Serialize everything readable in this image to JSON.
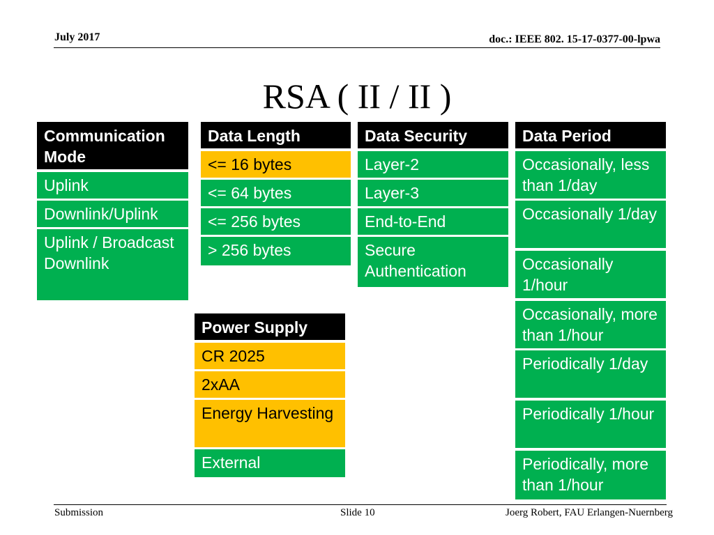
{
  "header": {
    "date": "July 2017",
    "doc": "doc.: IEEE 802. 15-17-0377-00-lpwa"
  },
  "title": "RSA ( II / II )",
  "colors": {
    "header_bg": "#000000",
    "green": "#00b050",
    "amber": "#ffc000"
  },
  "tables": {
    "communication_mode": {
      "header": "Communication Mode",
      "rows": [
        "Uplink",
        "Downlink/Uplink",
        "Uplink / Broadcast Downlink"
      ]
    },
    "data_length": {
      "header": "Data Length",
      "rows": [
        "<= 16 bytes",
        "<= 64 bytes",
        "<= 256 bytes",
        "> 256 bytes"
      ]
    },
    "data_security": {
      "header": "Data Security",
      "rows": [
        "Layer-2",
        "Layer-3",
        "End-to-End",
        "Secure Authentication"
      ]
    },
    "data_period": {
      "header": "Data Period",
      "rows": [
        "Occasionally, less than 1/day",
        "Occasionally 1/day",
        "Occasionally 1/hour",
        "Occasionally, more than 1/hour",
        "Periodically 1/day",
        "Periodically 1/hour",
        "Periodically, more than 1/hour"
      ]
    },
    "power_supply": {
      "header": "Power Supply",
      "rows": [
        "CR 2025",
        "2xAA",
        "Energy Harvesting",
        "External"
      ]
    }
  },
  "footer": {
    "left": "Submission",
    "center": "Slide 10",
    "right": "Joerg Robert, FAU Erlangen-Nuernberg"
  }
}
